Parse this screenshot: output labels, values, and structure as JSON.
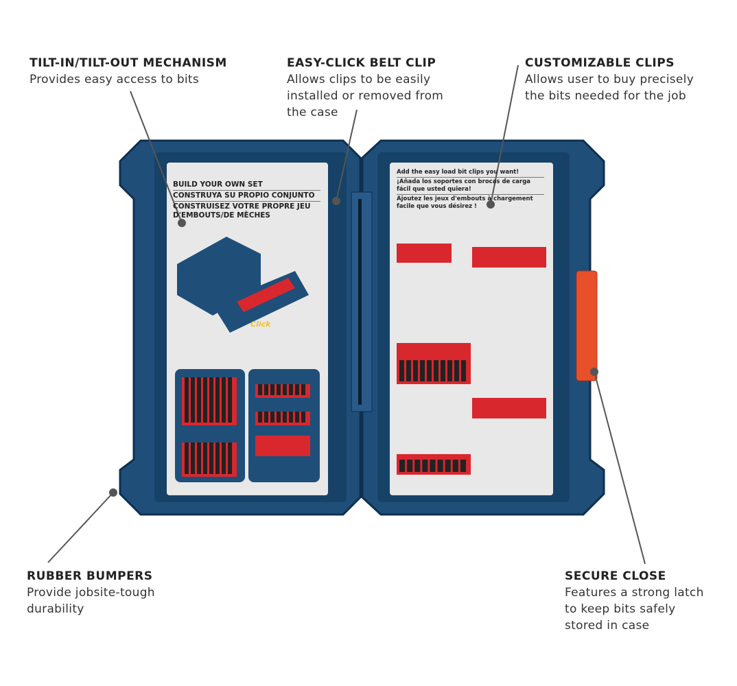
{
  "callouts": {
    "tilt": {
      "title": "TILT-IN/TILT-OUT MECHANISM",
      "desc": "Provides easy access to bits"
    },
    "belt_clip": {
      "title": "EASY-CLICK BELT CLIP",
      "desc": "Allows clips to be easily\ninstalled or removed from\nthe case"
    },
    "clips": {
      "title": "CUSTOMIZABLE CLIPS",
      "desc": "Allows user to buy precisely\nthe bits needed for the job"
    },
    "bumpers": {
      "title": "RUBBER BUMPERS",
      "desc": "Provide jobsite-tough\ndurability"
    },
    "secure": {
      "title": "SECURE CLOSE",
      "desc": "Features a strong latch\nto keep bits safely\nstored in case"
    }
  },
  "left_card": {
    "lines": [
      "BUILD YOUR OWN SET",
      "CONSTRUYA SU PROPIO CONJUNTO",
      "CONSTRUISEZ VOTRE PROPRE JEU D'EMBOUTS/DE MÈCHES"
    ],
    "illustration_label": "Click"
  },
  "right_card": {
    "lines": [
      "Add the easy load bit clips you want!",
      "¡Añada los soportes con brocas de carga fácil que usted quiera!",
      "Ajoutez les jeux d'embouts à chargement facile que vous désirez !"
    ]
  },
  "colors": {
    "case": "#1f4e79",
    "clip": "#d9272e",
    "latch": "#e8502a",
    "line": "#555555"
  }
}
